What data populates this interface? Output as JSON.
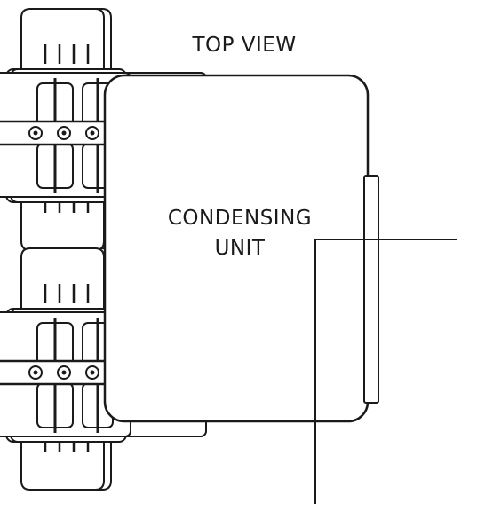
{
  "drawing": {
    "title": "TOP VIEW",
    "unit_label_line1": "CONDENSING",
    "unit_label_line2": "UNIT"
  },
  "colors": {
    "line": "#1a1a1a",
    "fill": "#ffffff"
  }
}
